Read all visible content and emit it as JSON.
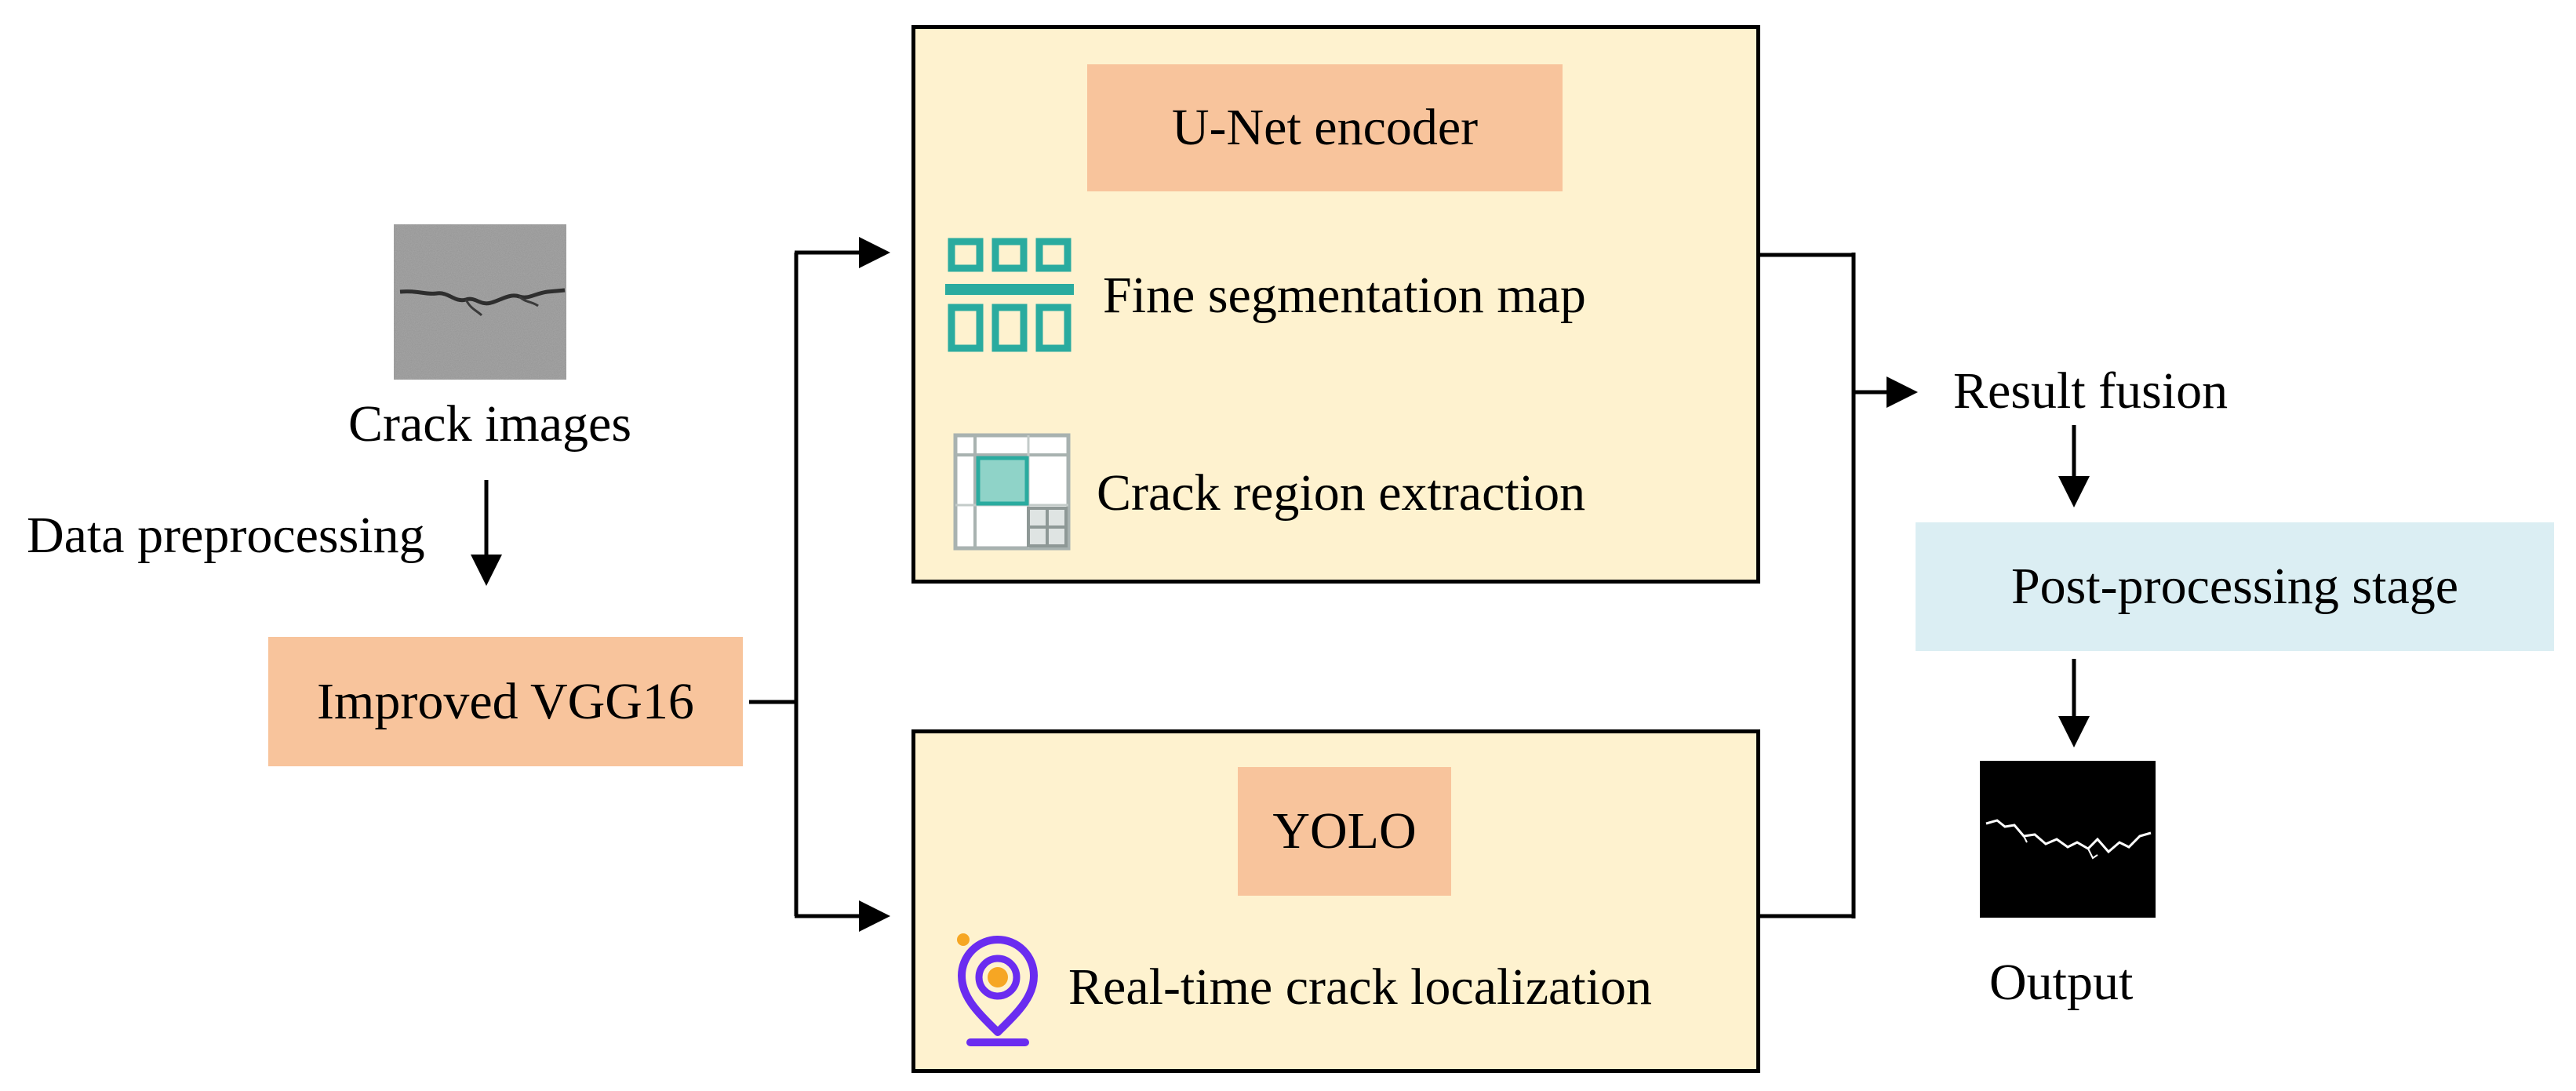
{
  "input": {
    "label": "Crack images",
    "step_label": "Data preprocessing"
  },
  "backbone": {
    "label": "Improved VGG16"
  },
  "unet": {
    "title": "U-Net encoder",
    "items": [
      {
        "label": "Fine segmentation map",
        "icon": "segmentation-grid-icon"
      },
      {
        "label": "Crack region extraction",
        "icon": "region-extraction-icon"
      }
    ]
  },
  "yolo": {
    "title": "YOLO",
    "items": [
      {
        "label": "Real-time crack localization",
        "icon": "location-pin-icon"
      }
    ]
  },
  "fusion": {
    "label": "Result fusion"
  },
  "postprocess": {
    "label": "Post-processing stage"
  },
  "output": {
    "label": "Output"
  },
  "colors": {
    "panel_fill": "#fef2cf",
    "peach_fill": "#f8c49c",
    "blue_fill": "#dbeef3",
    "teal_icon": "#2aab9f",
    "purple_icon": "#6a2cf0",
    "orange_icon": "#f6a623"
  }
}
